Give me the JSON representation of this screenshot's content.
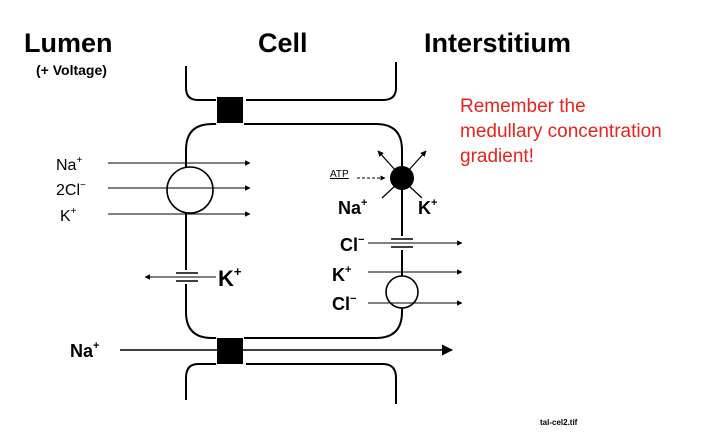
{
  "headers": {
    "lumen": "Lumen",
    "lumen_sub": "(+ Voltage)",
    "cell": "Cell",
    "interstitium": "Interstitium"
  },
  "note": {
    "lines": [
      "Remember the",
      "medullary concentration",
      "gradient!"
    ],
    "color": "#e8231e"
  },
  "ions": {
    "cotransporter": {
      "na": "Na",
      "na_charge": "+",
      "cl": "2Cl",
      "cl_charge": "−",
      "k": "K",
      "k_charge": "+"
    },
    "k_channel": {
      "k": "K",
      "k_charge": "+"
    },
    "pump": {
      "atp": "ATP",
      "na": "Na",
      "na_charge": "+",
      "k": "K",
      "k_charge": "+"
    },
    "basolateral": {
      "cl1": "Cl",
      "cl1_charge": "−",
      "k": "K",
      "k_charge": "+",
      "cl2": "Cl",
      "cl2_charge": "−"
    },
    "paracellular": {
      "na": "Na",
      "na_charge": "+"
    }
  },
  "footer": "tal-cel2.tif"
}
